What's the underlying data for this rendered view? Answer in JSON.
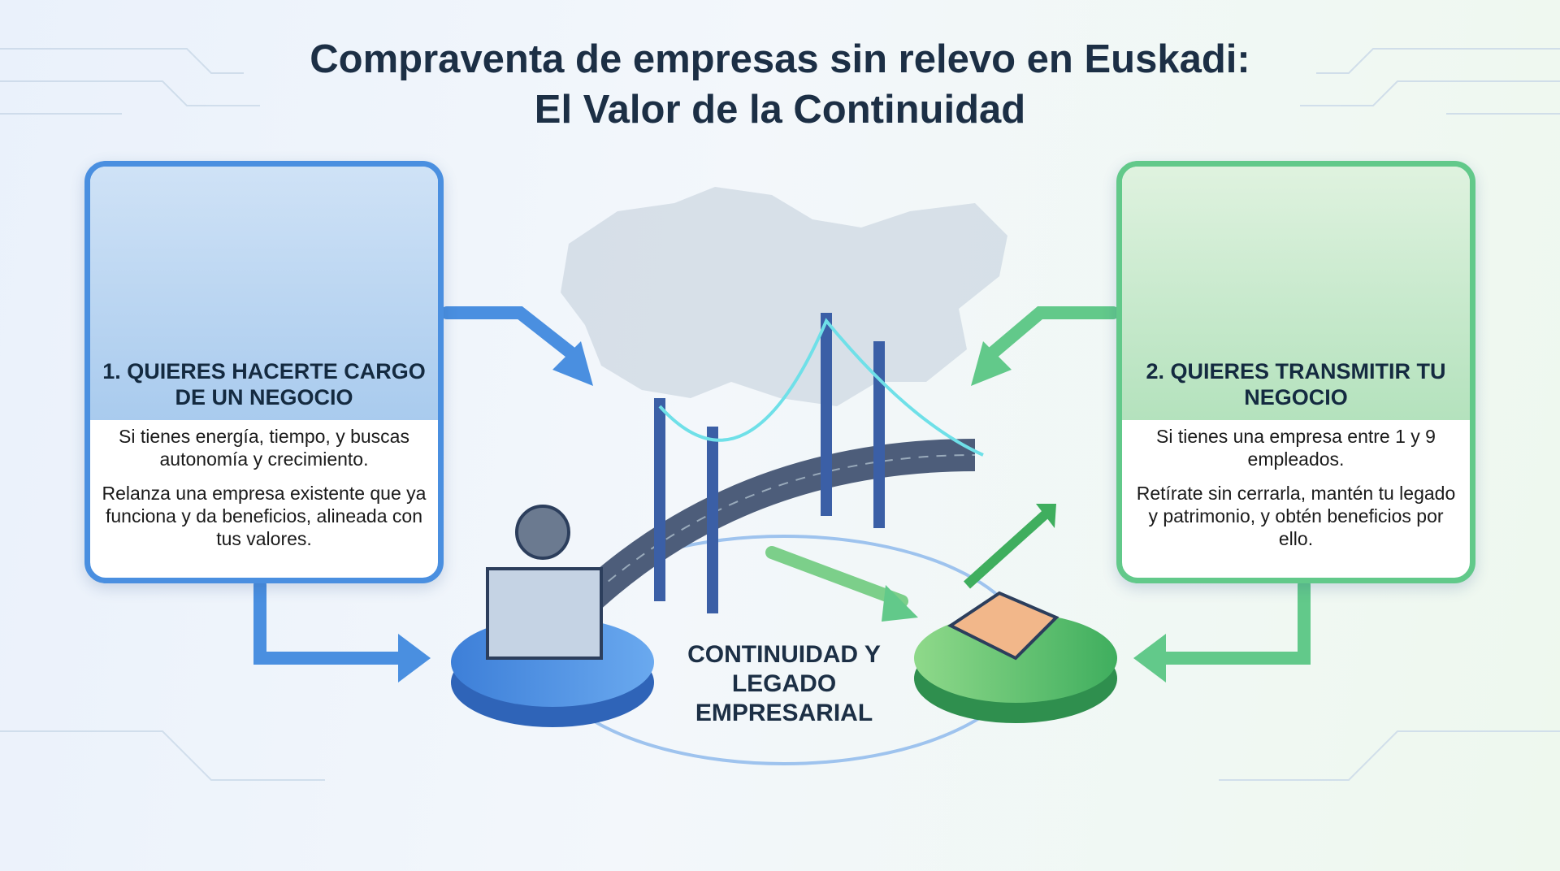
{
  "title": {
    "line1": "Compraventa de empresas sin relevo en Euskadi:",
    "line2": "El Valor de la Continuidad"
  },
  "cards": [
    {
      "heading": "1. QUIERES HACERTE CARGO DE UN NEGOCIO",
      "p1": "Si tienes energía, tiempo, y buscas autonomía y crecimiento.",
      "p2": "Relanza una empresa existente que ya funciona y da beneficios, alineada con tus valores."
    },
    {
      "heading": "2. QUIERES TRANSMITIR TU NEGOCIO",
      "p1": "Si tienes una empresa entre 1 y 9 empleados.",
      "p2": "Retírate sin cerrarla, mantén tu legado y patrimonio, y obtén beneficios por ello."
    }
  ],
  "center": {
    "label": "CONTINUIDAD Y LEGADO EMPRESARIAL"
  },
  "colors": {
    "blue": "#4a8fe0",
    "green": "#62c98a",
    "navy": "#1c2f45"
  }
}
